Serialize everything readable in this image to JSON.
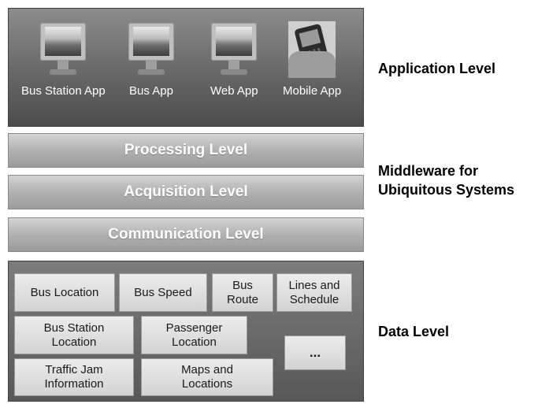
{
  "application_level": {
    "apps": [
      {
        "label": "Bus Station App",
        "icon": "monitor-icon"
      },
      {
        "label": "Bus App",
        "icon": "monitor-icon"
      },
      {
        "label": "Web App",
        "icon": "monitor-icon"
      },
      {
        "label": "Mobile App",
        "icon": "mobile-phone-icon"
      }
    ],
    "side_label": "Application Level"
  },
  "middleware": {
    "bars": [
      "Processing Level",
      "Acquisition Level",
      "Communication Level"
    ],
    "side_label_line1": "Middleware for",
    "side_label_line2": "Ubiquitous Systems"
  },
  "data_level": {
    "boxes": [
      {
        "line1": "Bus Location",
        "line2": ""
      },
      {
        "line1": "Bus Speed",
        "line2": ""
      },
      {
        "line1": "Bus",
        "line2": "Route"
      },
      {
        "line1": "Lines and",
        "line2": "Schedule"
      },
      {
        "line1": "Bus Station",
        "line2": "Location"
      },
      {
        "line1": "Passenger",
        "line2": "Location"
      },
      {
        "line1": "...",
        "line2": ""
      },
      {
        "line1": "Traffic Jam",
        "line2": "Information"
      },
      {
        "line1": "Maps and",
        "line2": "Locations"
      }
    ],
    "side_label": "Data Level"
  },
  "colors": {
    "app_panel": "#6e6e6e",
    "middleware_bar": "#b1b1b1",
    "data_panel": "#6a6a6a",
    "data_box": "#e0e0e0"
  }
}
